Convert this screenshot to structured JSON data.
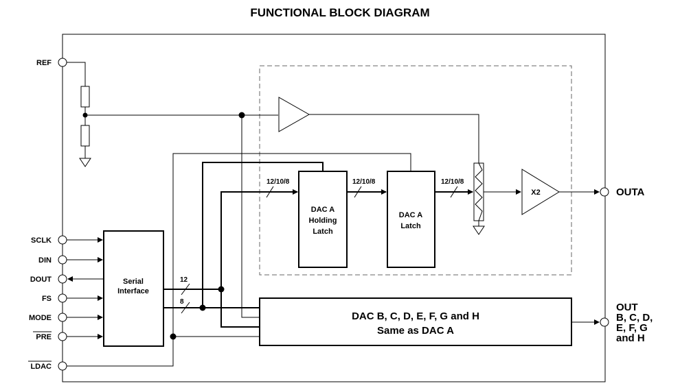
{
  "title": "FUNCTIONAL BLOCK DIAGRAM",
  "pins": {
    "ref": "REF",
    "sclk": "SCLK",
    "din": "DIN",
    "dout": "DOUT",
    "fs": "FS",
    "mode": "MODE",
    "pre": "PRE",
    "ldac": "LDAC"
  },
  "blocks": {
    "serial_interface": [
      "Serial",
      "Interface"
    ],
    "holding_latch": [
      "DAC A",
      "Holding",
      "Latch"
    ],
    "dac_latch": [
      "DAC A",
      "Latch"
    ],
    "buffer_amp": "X2",
    "dac_others": [
      "DAC B, C, D, E, F, G and H",
      "Same as DAC A"
    ]
  },
  "bus_labels": {
    "b1": "12/10/8",
    "b2": "12/10/8",
    "b3": "12/10/8",
    "b12": "12",
    "b8": "8"
  },
  "outputs": {
    "outa": "OUTA",
    "out_rest": [
      "OUT",
      "B, C, D,",
      "E, F, G",
      "and H"
    ]
  }
}
